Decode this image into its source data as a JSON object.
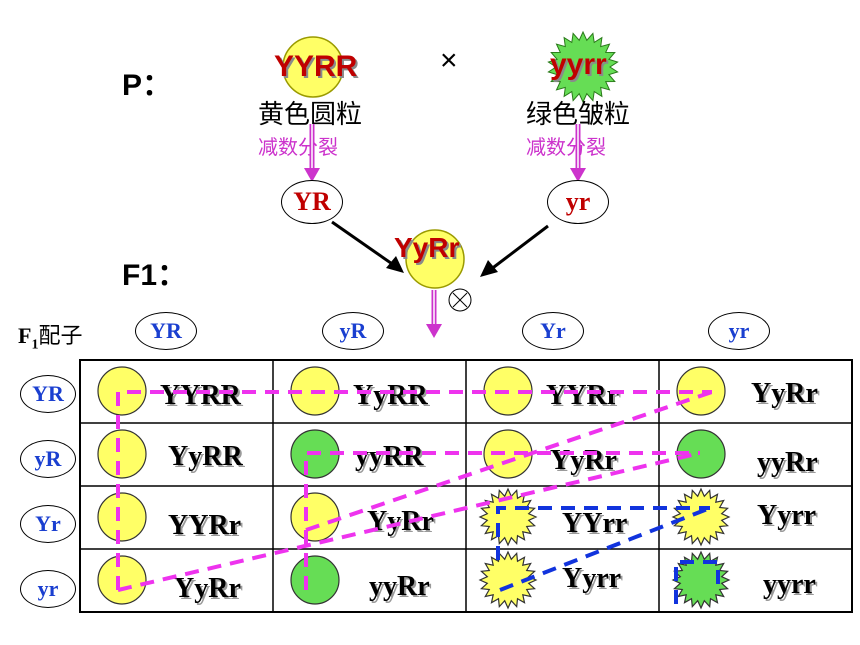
{
  "labels": {
    "p": "P：",
    "f1": "F1：",
    "cross": "×"
  },
  "parents": {
    "left": {
      "genotype": "YYRR",
      "phenotype": "黄色圆粒",
      "meiosis": "减数分裂",
      "gamete": "YR"
    },
    "right": {
      "genotype": "yyrr",
      "phenotype": "绿色皱粒",
      "meiosis": "减数分裂",
      "gamete": "yr"
    }
  },
  "f1": {
    "genotype": "YyRr"
  },
  "grid": {
    "f1_gametes_label": {
      "main": "F",
      "sub": "1",
      "rest": "配子"
    },
    "col_gametes": [
      "YR",
      "yR",
      "Yr",
      "yr"
    ],
    "row_gametes": [
      "YR",
      "yR",
      "Yr",
      "yr"
    ],
    "cells": [
      [
        {
          "genotype": "YYRR",
          "seed": "yellow-round"
        },
        {
          "genotype": "YyRR",
          "seed": "yellow-round"
        },
        {
          "genotype": "YYRr",
          "seed": "yellow-round"
        },
        {
          "genotype": "YyRr",
          "seed": "yellow-round"
        }
      ],
      [
        {
          "genotype": "YyRR",
          "seed": "yellow-round"
        },
        {
          "genotype": "yyRR",
          "seed": "green-round"
        },
        {
          "genotype": "YyRr",
          "seed": "yellow-round"
        },
        {
          "genotype": "yyRr",
          "seed": "green-round"
        }
      ],
      [
        {
          "genotype": "YYRr",
          "seed": "yellow-round"
        },
        {
          "genotype": "YyRr",
          "seed": "yellow-round"
        },
        {
          "genotype": "YYrr",
          "seed": "yellow-wrinkled"
        },
        {
          "genotype": "Yyrr",
          "seed": "yellow-wrinkled"
        }
      ],
      [
        {
          "genotype": "YyRr",
          "seed": "yellow-round"
        },
        {
          "genotype": "yyRr",
          "seed": "green-round"
        },
        {
          "genotype": "Yyrr",
          "seed": "yellow-wrinkled"
        },
        {
          "genotype": "yyrr",
          "seed": "green-wrinkled"
        }
      ]
    ]
  },
  "colors": {
    "yellow_seed": "#ffff66",
    "green_seed": "#66dd55",
    "parent_genotype": "#c00000",
    "meiosis_text": "#cc33cc",
    "gamete_blue": "#1a3fd0",
    "magenta_dash": "#ee33ee",
    "blue_dash": "#1133dd"
  }
}
